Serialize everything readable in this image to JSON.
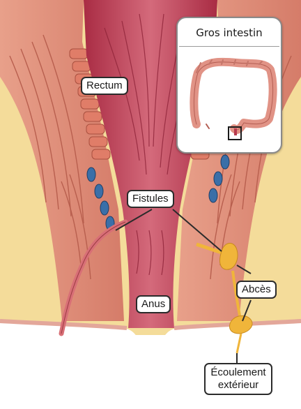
{
  "inset": {
    "title": "Gros intestin"
  },
  "labels": {
    "rectum": "Rectum",
    "fistules": "Fistules",
    "anus": "Anus",
    "abces": "Abcès",
    "ecoulement_line1": "Écoulement",
    "ecoulement_line2": "extérieur"
  },
  "colors": {
    "background": "#ffffff",
    "fat": "#f4dc9a",
    "muscle": "#e59a84",
    "muscle_dark": "#c86a58",
    "lumen": "#b83a4e",
    "lumen_light": "#d8707e",
    "skin": "#f6c8ae",
    "vein": "#3a6fa8",
    "abscess": "#f0b53a",
    "fistula": "#d86f76"
  }
}
